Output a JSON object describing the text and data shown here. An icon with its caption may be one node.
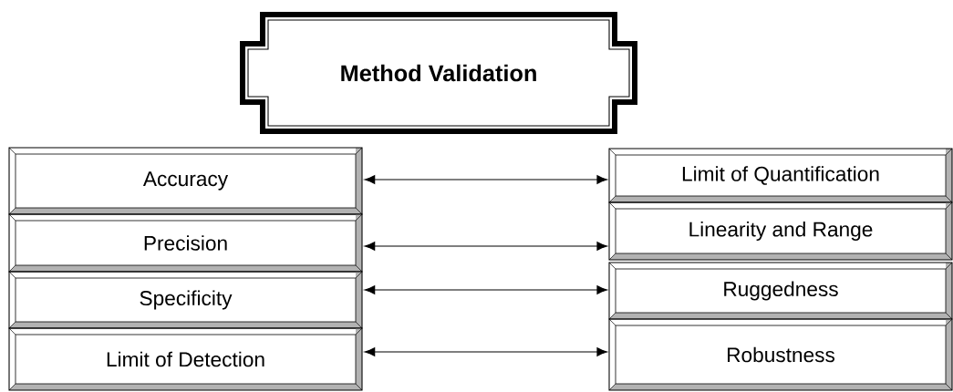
{
  "diagram": {
    "nodes": [
      {
        "text": [
          "Method Validation"
        ]
      },
      {
        "text": [
          "Accuracy"
        ]
      },
      {
        "text": [
          "Precision"
        ]
      },
      {
        "text": [
          "Specificity"
        ]
      },
      {
        "text": [
          "Limit of Detection"
        ]
      },
      {
        "text": [
          "Limit of Quantification"
        ]
      },
      {
        "text": [
          "Linearity and Range"
        ]
      },
      {
        "text": [
          "Ruggedness"
        ]
      },
      {
        "text": [
          "Robustness"
        ]
      }
    ],
    "edges": [
      {
        "from": 1,
        "to": 5,
        "arrow": "both"
      },
      {
        "from": 2,
        "to": 6,
        "arrow": "both"
      },
      {
        "from": 3,
        "to": 7,
        "arrow": "both"
      },
      {
        "from": 4,
        "to": 8,
        "arrow": "both"
      }
    ]
  }
}
